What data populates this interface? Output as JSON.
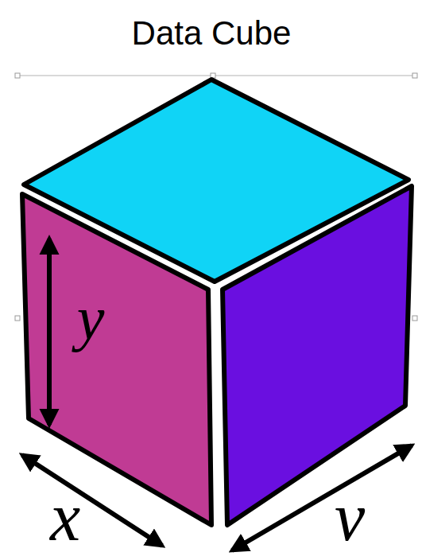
{
  "diagram": {
    "title": "Data Cube",
    "labels": [
      "y",
      "x",
      "ν"
    ]
  }
}
